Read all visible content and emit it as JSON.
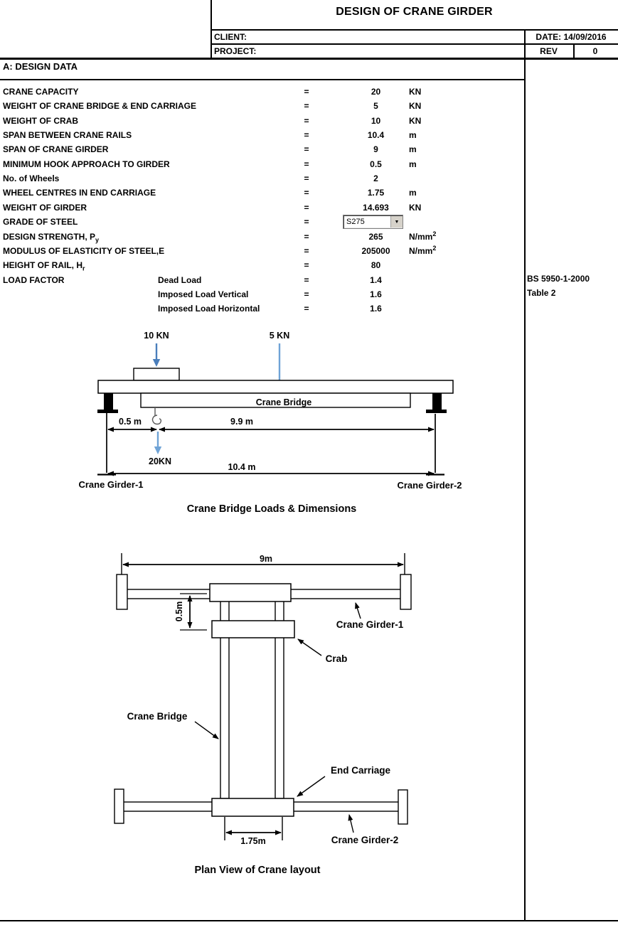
{
  "header": {
    "title": "DESIGN OF CRANE GIRDER",
    "client_label": "CLIENT:",
    "project_label": "PROJECT:",
    "date": "DATE: 14/09/2016",
    "rev_label": "REV",
    "rev_value": "0"
  },
  "section_title": "A: DESIGN DATA",
  "design_data": {
    "rows": [
      {
        "label": "CRANE CAPACITY",
        "eq": "=",
        "value": "20",
        "unit": "KN"
      },
      {
        "label": "WEIGHT OF CRANE BRIDGE & END CARRIAGE",
        "eq": "=",
        "value": "5",
        "unit": "KN"
      },
      {
        "label": "WEIGHT OF CRAB",
        "eq": "=",
        "value": "10",
        "unit": "KN"
      },
      {
        "label": "SPAN BETWEEN CRANE RAILS",
        "eq": "=",
        "value": "10.4",
        "unit": "m"
      },
      {
        "label": "SPAN OF CRANE GIRDER",
        "eq": "=",
        "value": "9",
        "unit": "m"
      },
      {
        "label": "MINIMUM HOOK APPROACH TO GIRDER",
        "eq": "=",
        "value": "0.5",
        "unit": "m"
      },
      {
        "label": "No. of Wheels",
        "eq": "=",
        "value": "2",
        "unit": ""
      },
      {
        "label": "WHEEL CENTRES IN END CARRIAGE",
        "eq": "=",
        "value": "1.75",
        "unit": "m"
      },
      {
        "label": "WEIGHT OF GIRDER",
        "eq": "=",
        "value": "14.693",
        "unit": "KN"
      },
      {
        "label": "GRADE OF STEEL",
        "eq": "=",
        "control": "dropdown",
        "value": "S275"
      },
      {
        "label": "DESIGN STRENGTH, P",
        "label_sub": "y",
        "eq": "=",
        "value": "265",
        "unit": "N/mm",
        "unit_sup": "2"
      },
      {
        "label": "MODULUS OF ELASTICITY OF STEEL,E",
        "eq": "=",
        "value": "205000",
        "unit": "N/mm",
        "unit_sup": "2"
      },
      {
        "label": "HEIGHT OF RAIL, H",
        "label_sub": "r",
        "eq": "=",
        "value": "80",
        "unit": ""
      },
      {
        "label": "LOAD FACTOR",
        "sublabel": "Dead Load",
        "eq": "=",
        "value": "1.4",
        "unit": ""
      },
      {
        "sublabel": "Imposed Load Vertical",
        "eq": "=",
        "value": "1.6",
        "unit": ""
      },
      {
        "sublabel": "Imposed Load Horizontal",
        "eq": "=",
        "value": "1.6",
        "unit": ""
      }
    ]
  },
  "references": {
    "code": "BS 5950-1-2000",
    "table": "Table 2"
  },
  "bridge_diagram": {
    "crab_load": "10 KN",
    "bridge_load": "5 KN",
    "hook_load": "20KN",
    "bridge_label": "Crane Bridge",
    "dim_hook_approach": "0.5 m",
    "dim_remaining_span": "9.9 m",
    "dim_total_span": "10.4 m",
    "girder1_label": "Crane Girder-1",
    "girder2_label": "Crane Girder-2",
    "caption": "Crane Bridge Loads & Dimensions"
  },
  "plan_diagram": {
    "dim_girder_span": "9m",
    "dim_hook_approach": "0.5m",
    "dim_wheel_centres": "1.75m",
    "girder1_label": "Crane Girder-1",
    "crab_label": "Crab",
    "bridge_label": "Crane Bridge",
    "end_carriage_label": "End Carriage",
    "girder2_label": "Crane Girder-2",
    "caption": "Plan View of Crane layout"
  },
  "colors": {
    "arrow_dark_blue": "#4a7ebb",
    "arrow_light_blue": "#6fa3d6",
    "hook_gray": "#595959"
  }
}
